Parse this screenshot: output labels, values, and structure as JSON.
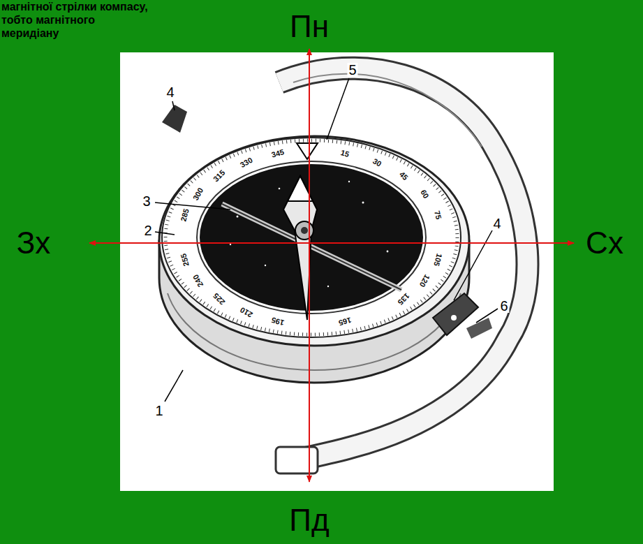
{
  "diagram": {
    "labels": [
      "магнітної стрілки компасу, тобто магнітного меридіану",
      "Пн",
      "Зх",
      "Сх",
      "Пд",
      "1",
      "2",
      "3",
      "4",
      "4",
      "5",
      "6",
      "345",
      "15",
      "30",
      "45",
      "60",
      "75",
      "105",
      "120",
      "135",
      "165",
      "195",
      "210",
      "225",
      "240",
      "255",
      "285",
      "300",
      "315",
      "330"
    ]
  }
}
